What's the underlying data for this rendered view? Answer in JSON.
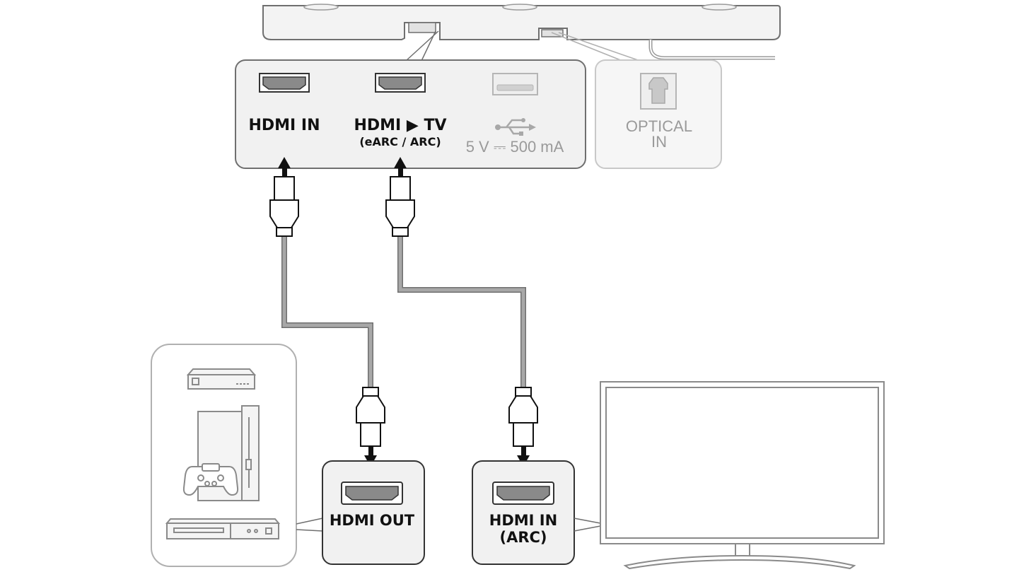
{
  "colors": {
    "outline": "#6f6f6f",
    "panel_fill": "#f1f1f1",
    "faded_outline": "#c8c8c8",
    "faded_fill": "#f6f6f6",
    "cable": "#9c9c9c",
    "port_fill": "#8a8a8a",
    "label_dark": "#111111",
    "label_grey": "#9a9a9a"
  },
  "soundbar_panel": {
    "ports": {
      "hdmi_in": {
        "label": "HDMI IN",
        "icon": "hdmi-port-icon"
      },
      "hdmi_tv": {
        "label": "HDMI ▶ TV",
        "sublabel": "(eARC / ARC)",
        "icon": "hdmi-port-icon"
      },
      "usb": {
        "label": "5 V ⎓ 500 mA",
        "icon": "usb-symbol-icon"
      }
    }
  },
  "optical_panel": {
    "label_line1": "OPTICAL",
    "label_line2": "IN",
    "icon": "optical-port-icon"
  },
  "external_device": {
    "port_label": "HDMI OUT",
    "icons": [
      "set-top-box-icon",
      "game-console-icon",
      "gamepad-icon",
      "blu-ray-player-icon"
    ]
  },
  "tv": {
    "port_label_line1": "HDMI IN",
    "port_label_line2": "(ARC)",
    "icon": "tv-icon"
  }
}
